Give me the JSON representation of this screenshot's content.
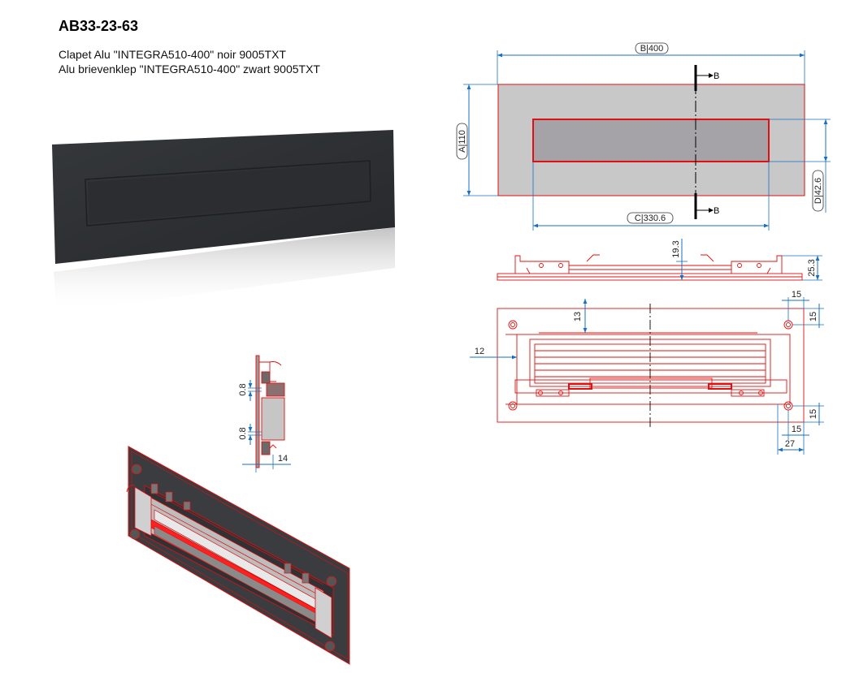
{
  "header": {
    "title": "AB33-23-63",
    "line_fr": "Clapet Alu \"INTEGRA510-400\" noir 9005TXT",
    "line_nl": "Alu brievenklep \"INTEGRA510-400\" zwart 9005TXT"
  },
  "front_view": {
    "dim_B": "B|400",
    "dim_A": "A|110",
    "dim_C": "C|330.6",
    "dim_D": "D|42.6",
    "section_mark": "B"
  },
  "side_view": {
    "dim_depth": "19.3",
    "dim_total": "25.3"
  },
  "rear_view": {
    "dim_top_offset": "13",
    "dim_left_offset": "12",
    "dim_hole_x_top": "15",
    "dim_hole_y_top": "15",
    "dim_hole_y_bottom": "15",
    "dim_hole_x_bottom": "15",
    "dim_edge_27": "27"
  },
  "section_view": {
    "dim_upper": "0.8",
    "dim_lower": "0.8",
    "dim_width": "14"
  },
  "colors": {
    "line_red": "#e01010",
    "dim_blue": "#1a6fc0",
    "plate_grey": "#c8c8c8",
    "product_black": "#2e3033"
  }
}
